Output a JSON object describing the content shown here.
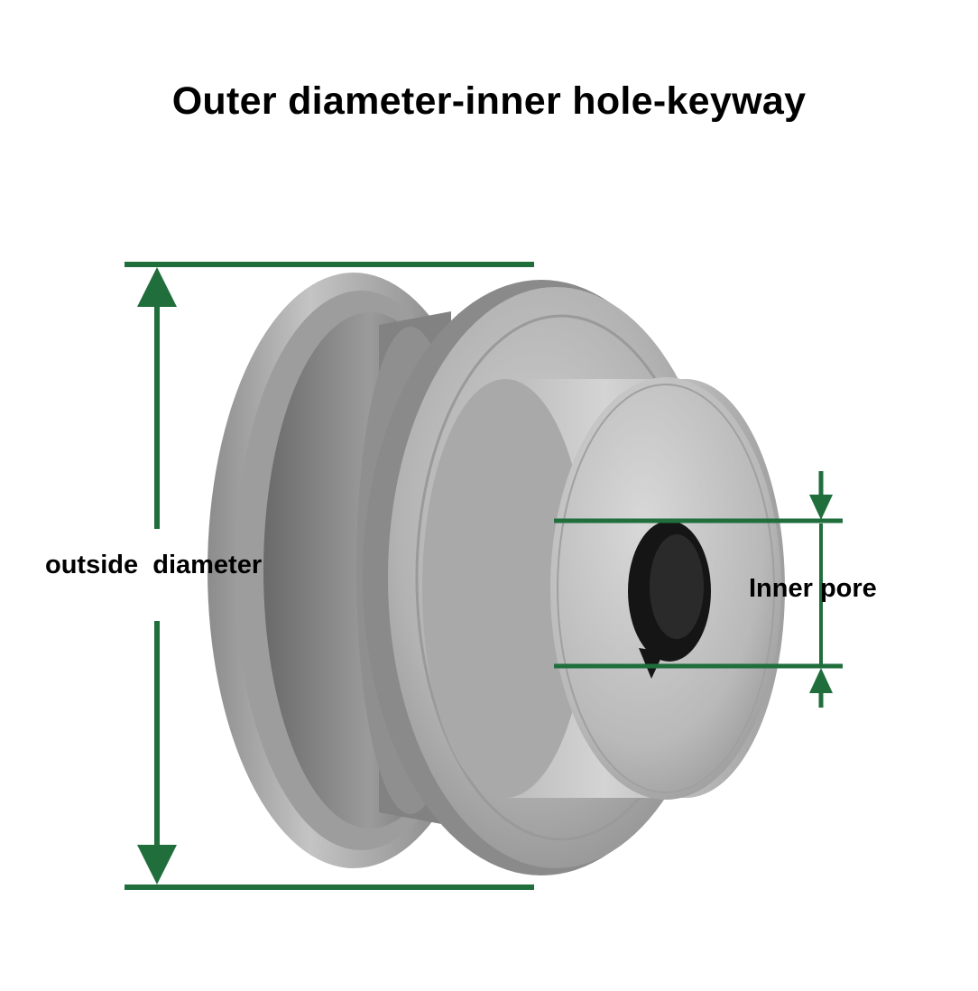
{
  "title": "Outer diameter-inner hole-keyway",
  "labels": {
    "outside_diameter": "outside  diameter",
    "inner_pore": "Inner pore"
  },
  "colors": {
    "dimension_line": "#1f6e3c",
    "metal_light": "#c9c9c9",
    "metal_mid": "#a6a6a6",
    "metal_dark": "#7a7a7a",
    "bore": "#141414",
    "text": "#000000"
  }
}
